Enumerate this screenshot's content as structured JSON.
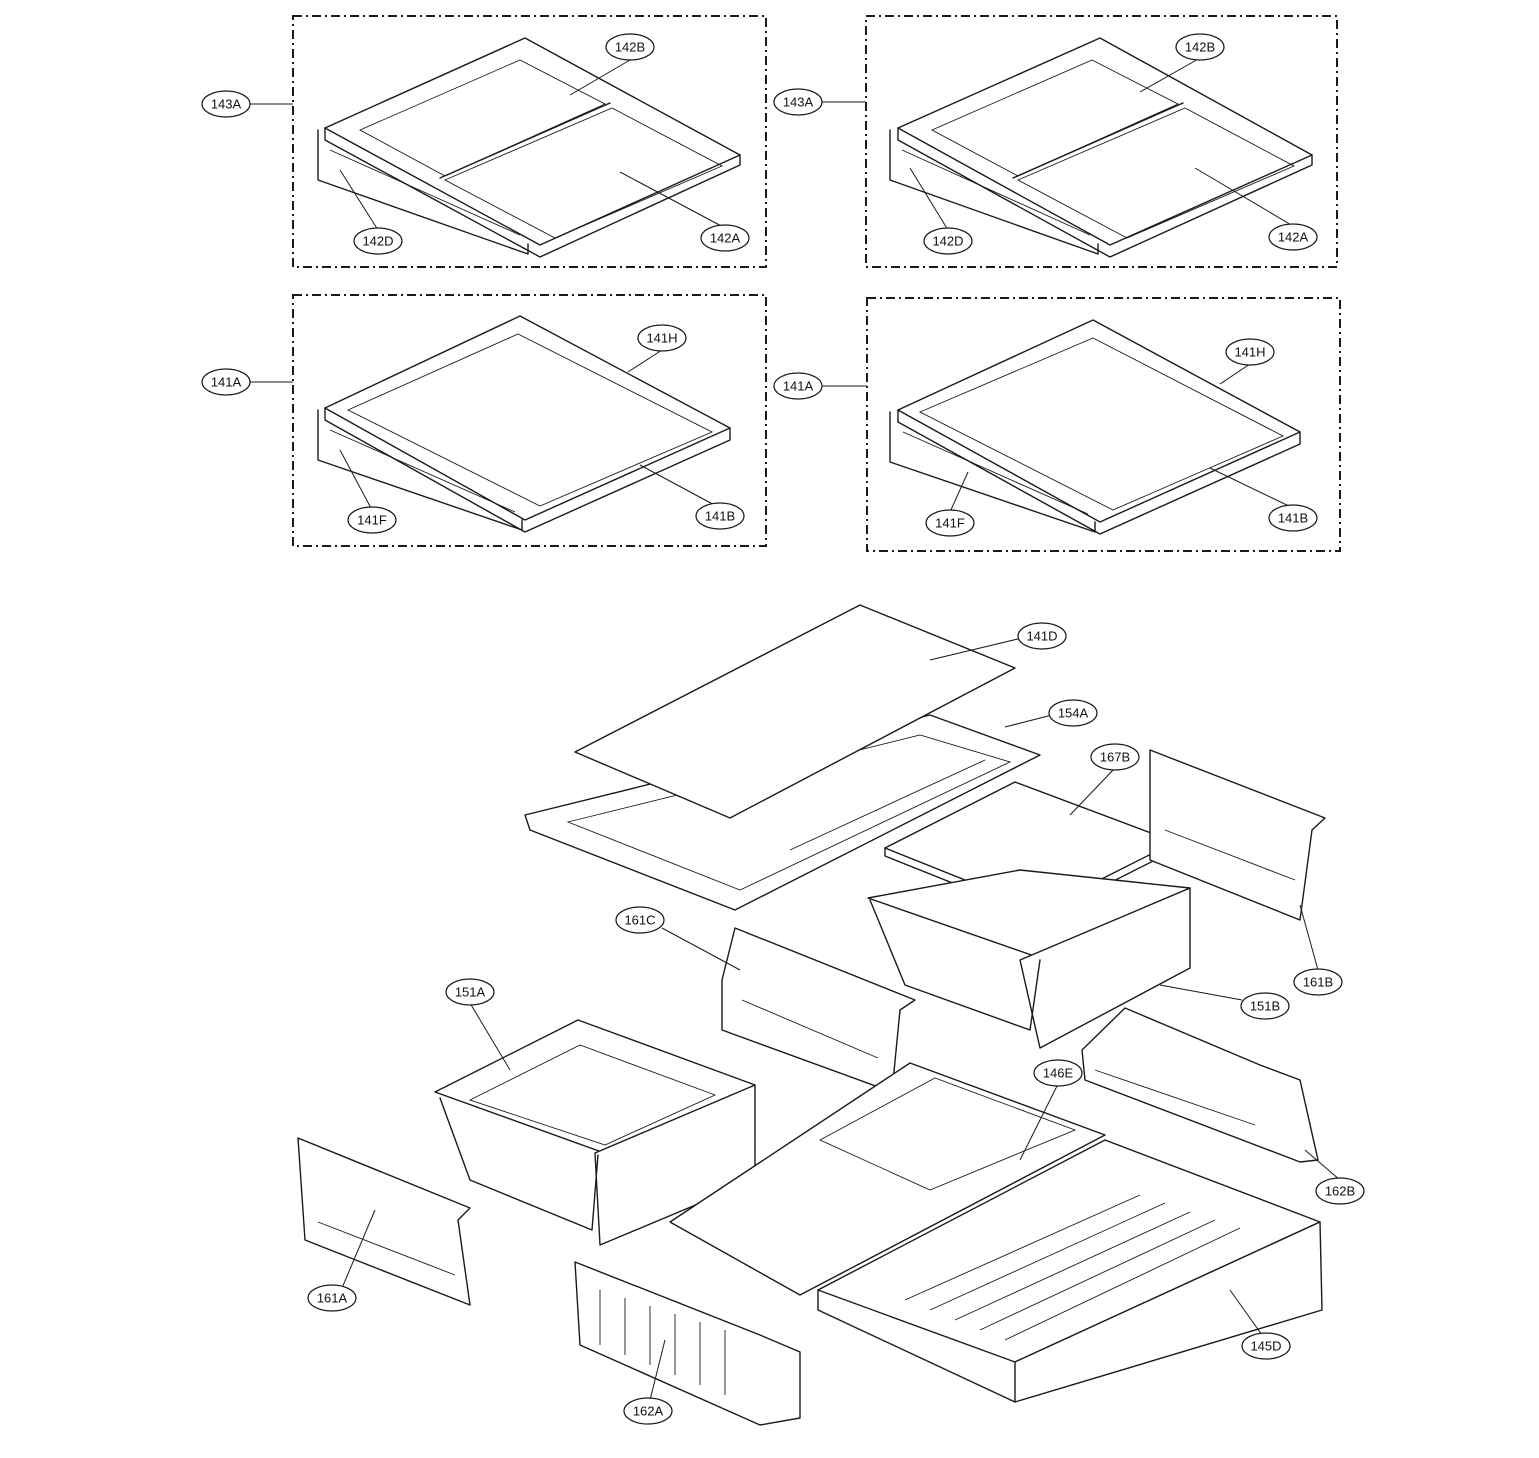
{
  "labels": {
    "143A_left": "143A",
    "142B_left": "142B",
    "142D_left": "142D",
    "142A_left": "142A",
    "143A_right": "143A",
    "142B_right": "142B",
    "142D_right": "142D",
    "142A_right": "142A",
    "141A_left": "141A",
    "141H_left": "141H",
    "141F_left": "141F",
    "141B_left": "141B",
    "141A_right": "141A",
    "141H_right": "141H",
    "141F_right": "141F",
    "141B_right": "141B",
    "141D": "141D",
    "154A": "154A",
    "167B": "167B",
    "161C": "161C",
    "161B": "161B",
    "151A": "151A",
    "151B": "151B",
    "146E": "146E",
    "162B": "162B",
    "161A": "161A",
    "145D": "145D",
    "162A": "162A"
  }
}
